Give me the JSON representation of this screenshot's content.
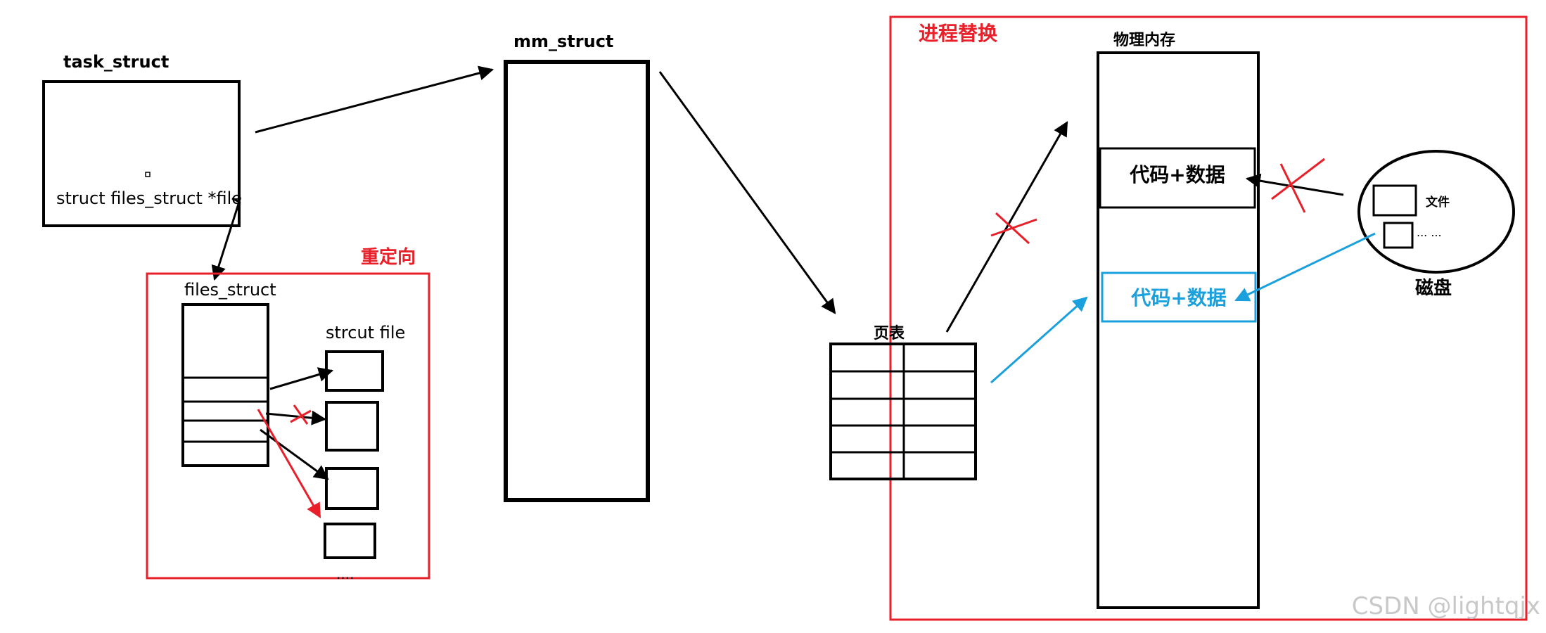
{
  "labels": {
    "task_struct": "task_struct",
    "files_ptr": "struct files_struct *file",
    "mm_struct": "mm_struct",
    "files_struct": "files_struct",
    "struct_file": "strcut file",
    "redirect": "重定向",
    "ellipsis_files": "....",
    "process_replace": "进程替换",
    "physical_memory": "物理内存",
    "code_data_old": "代码+数据",
    "code_data_new": "代码+数据",
    "page_table": "页表",
    "disk": "磁盘",
    "file": "文件",
    "disk_more": "... ..."
  },
  "watermark": "CSDN @lightqjx",
  "colors": {
    "red": "#e8202a",
    "blue": "#1aa0dc",
    "black": "#000000"
  }
}
